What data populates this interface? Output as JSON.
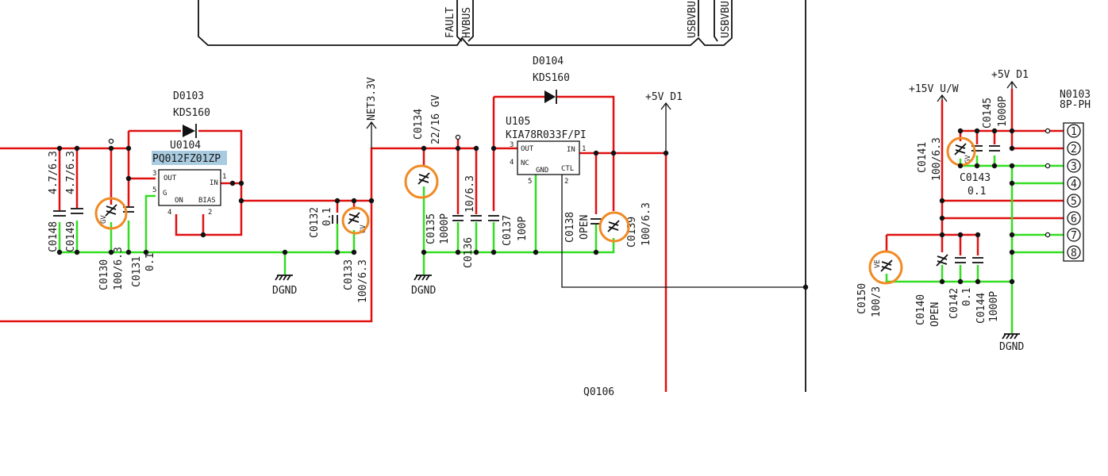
{
  "bus": {
    "fault": "FAULT",
    "hvbus": "HVBUS",
    "usbvbus_1": "USBVBU",
    "usbvbus_2": "USBVBU"
  },
  "regulator_1": {
    "diode_ref": "D0103",
    "diode_value": "KDS160",
    "ic_ref": "U0104",
    "ic_part": "PQ012FZ01ZP",
    "pins": {
      "out": "OUT",
      "in": "IN",
      "g": "G",
      "on": "ON",
      "bias": "BIAS",
      "p1": "1",
      "p2": "2",
      "p3": "3",
      "p4": "4",
      "p5": "5"
    }
  },
  "regulator_2": {
    "diode_ref": "D0104",
    "diode_value": "KDS160",
    "ic_ref": "U105",
    "ic_part": "KIA78R033F/PI",
    "pins": {
      "out": "OUT",
      "in": "IN",
      "nc": "NC",
      "gnd": "GND",
      "ctl": "CTL",
      "p1": "1",
      "p2": "2",
      "p3": "3",
      "p4": "4",
      "p5": "5"
    }
  },
  "capacitors": {
    "c0148": {
      "ref": "C0148",
      "value": "4.7/6.3"
    },
    "c0149": {
      "ref": "C0149",
      "value": "4.7/6.3"
    },
    "c0130": {
      "ref": "C0130",
      "value": "100/6.3",
      "tag": "GV"
    },
    "c0131": {
      "ref": "C0131",
      "value": "0.1"
    },
    "c0132": {
      "ref": "C0132",
      "value": "0.1"
    },
    "c0133": {
      "ref": "C0133",
      "value": "100/6.3",
      "tag": "GV"
    },
    "c0134": {
      "ref": "C0134",
      "value": "22/16 GV"
    },
    "c0135": {
      "ref": "C0135",
      "value": "1000P"
    },
    "c0136": {
      "ref": "C0136",
      "value": "10/6.3"
    },
    "c0137": {
      "ref": "C0137",
      "value": "100P"
    },
    "c0138": {
      "ref": "C0138",
      "value": "OPEN"
    },
    "c0139": {
      "ref": "C0139",
      "value": "100/6.3"
    },
    "c0141": {
      "ref": "C0141",
      "value": "100/6.3",
      "tag": "GV"
    },
    "c0145": {
      "ref": "C0145",
      "value": "1000P"
    },
    "c0143": {
      "ref": "C0143",
      "value": "0.1"
    },
    "c0150": {
      "ref": "C0150",
      "value": "100/3",
      "tag": "VE"
    },
    "c0140": {
      "ref": "C0140",
      "value": "OPEN"
    },
    "c0142": {
      "ref": "C0142",
      "value": "0.1"
    },
    "c0144": {
      "ref": "C0144",
      "value": "1000P"
    }
  },
  "nets": {
    "net3v3": "NET3.3V",
    "plus5v_d1_a": "+5V D1",
    "plus5v_d1_b": "+5V D1",
    "plus15v": "+15V U/W",
    "dgnd_1": "DGND",
    "dgnd_2": "DGND",
    "dgnd_3": "DGND"
  },
  "connector": {
    "ref": "N0103",
    "type": "8P-PH",
    "pins": [
      "1",
      "2",
      "3",
      "4",
      "5",
      "6",
      "7",
      "8"
    ]
  },
  "partial_ref": "Q0106",
  "colors": {
    "power_wire": "#e01010",
    "ground_wire": "#33dd22",
    "signal_wire": "#111111",
    "highlight_circle": "#f08a24",
    "part_highlight": "#a9cbe0"
  }
}
